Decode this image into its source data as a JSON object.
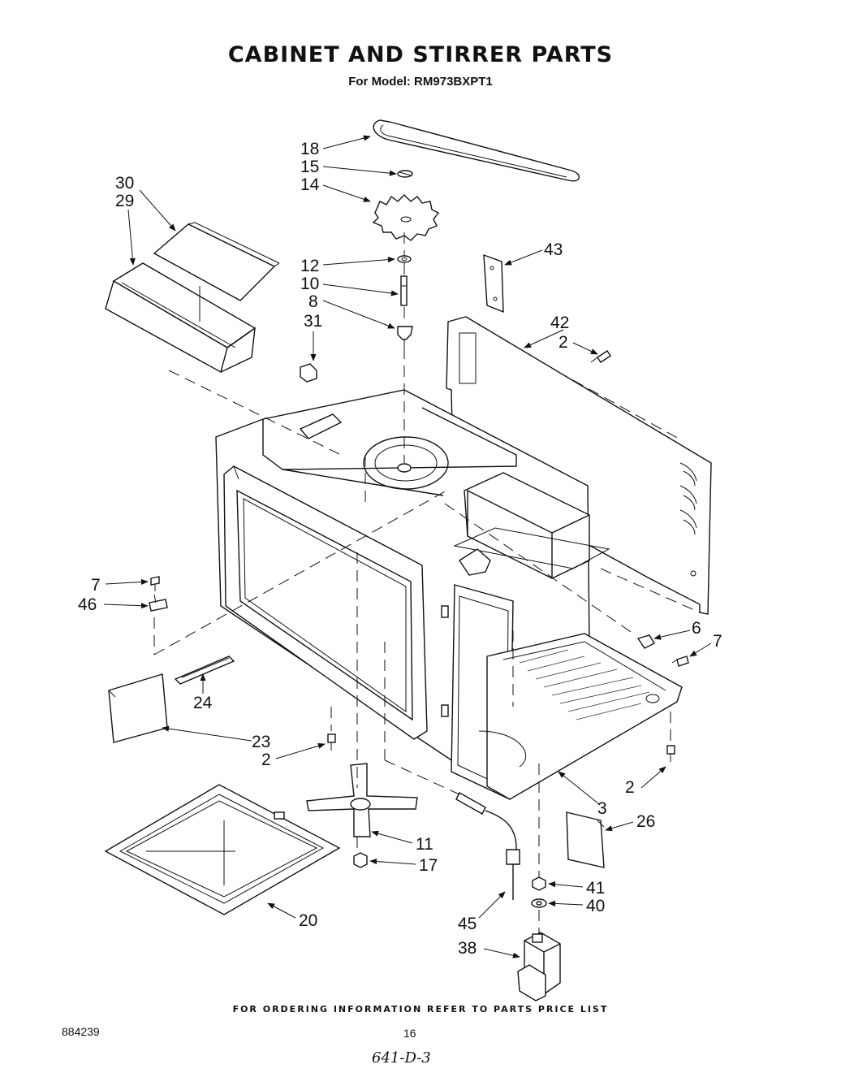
{
  "title": "CABINET AND STIRRER PARTS",
  "subtitle": "For Model: RM973BXPT1",
  "footer": "FOR ORDERING INFORMATION REFER TO PARTS PRICE LIST",
  "document_number": "884239",
  "page_number": "16",
  "handwritten_note": "641-D-3",
  "callouts": [
    {
      "id": "c18",
      "label": "18"
    },
    {
      "id": "c15",
      "label": "15"
    },
    {
      "id": "c14",
      "label": "14"
    },
    {
      "id": "c30",
      "label": "30"
    },
    {
      "id": "c29",
      "label": "29"
    },
    {
      "id": "c12",
      "label": "12"
    },
    {
      "id": "c10",
      "label": "10"
    },
    {
      "id": "c8",
      "label": "8"
    },
    {
      "id": "c31",
      "label": "31"
    },
    {
      "id": "c43",
      "label": "43"
    },
    {
      "id": "c42",
      "label": "42"
    },
    {
      "id": "c2a",
      "label": "2"
    },
    {
      "id": "c7a",
      "label": "7"
    },
    {
      "id": "c46",
      "label": "46"
    },
    {
      "id": "c6",
      "label": "6"
    },
    {
      "id": "c7b",
      "label": "7"
    },
    {
      "id": "c24",
      "label": "24"
    },
    {
      "id": "c23",
      "label": "23"
    },
    {
      "id": "c2b",
      "label": "2"
    },
    {
      "id": "c2c",
      "label": "2"
    },
    {
      "id": "c3",
      "label": "3"
    },
    {
      "id": "c26",
      "label": "26"
    },
    {
      "id": "c11",
      "label": "11"
    },
    {
      "id": "c17",
      "label": "17"
    },
    {
      "id": "c41",
      "label": "41"
    },
    {
      "id": "c40",
      "label": "40"
    },
    {
      "id": "c20",
      "label": "20"
    },
    {
      "id": "c45",
      "label": "45"
    },
    {
      "id": "c38",
      "label": "38"
    }
  ]
}
